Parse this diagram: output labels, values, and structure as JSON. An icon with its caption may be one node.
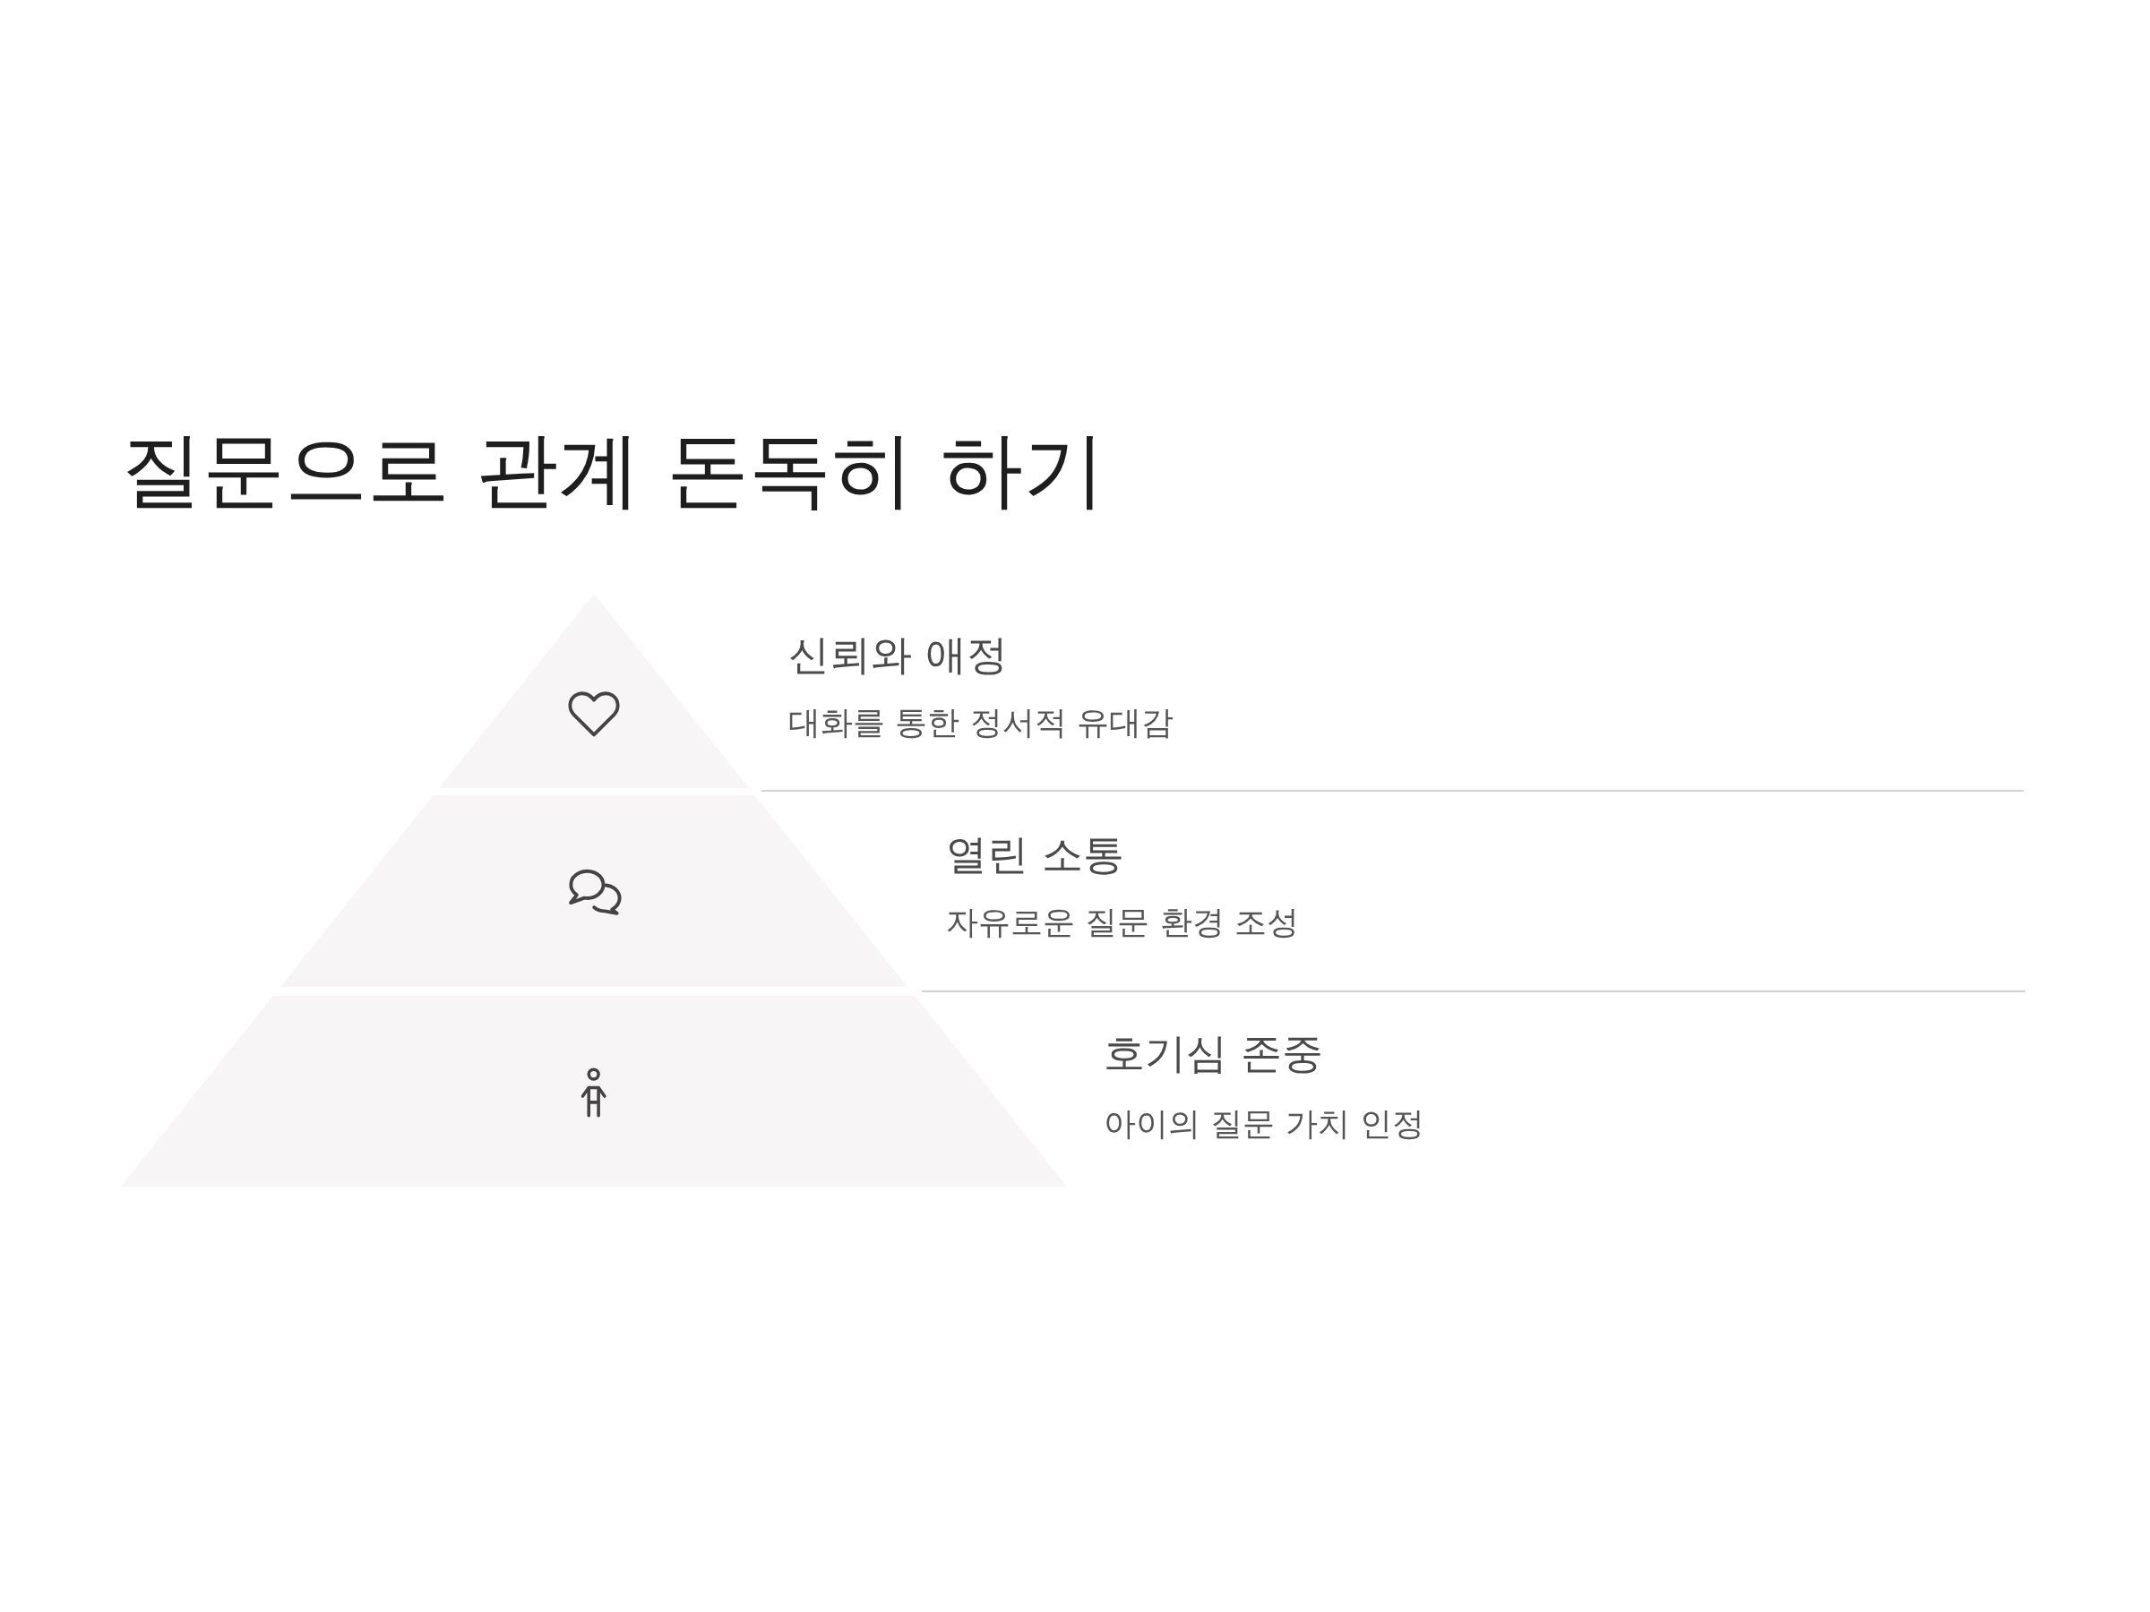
{
  "diagram": {
    "title": "질문으로 관계 돈독히 하기",
    "nodes": [
      {
        "text": [
          "신뢰와 애정",
          "대화를 통한 정서적 유대감"
        ]
      },
      {
        "text": [
          "열린 소통",
          "자유로운 질문 환경 조성"
        ]
      },
      {
        "text": [
          "호기심 존중",
          "아이의 질문 가치 인정"
        ]
      }
    ]
  }
}
